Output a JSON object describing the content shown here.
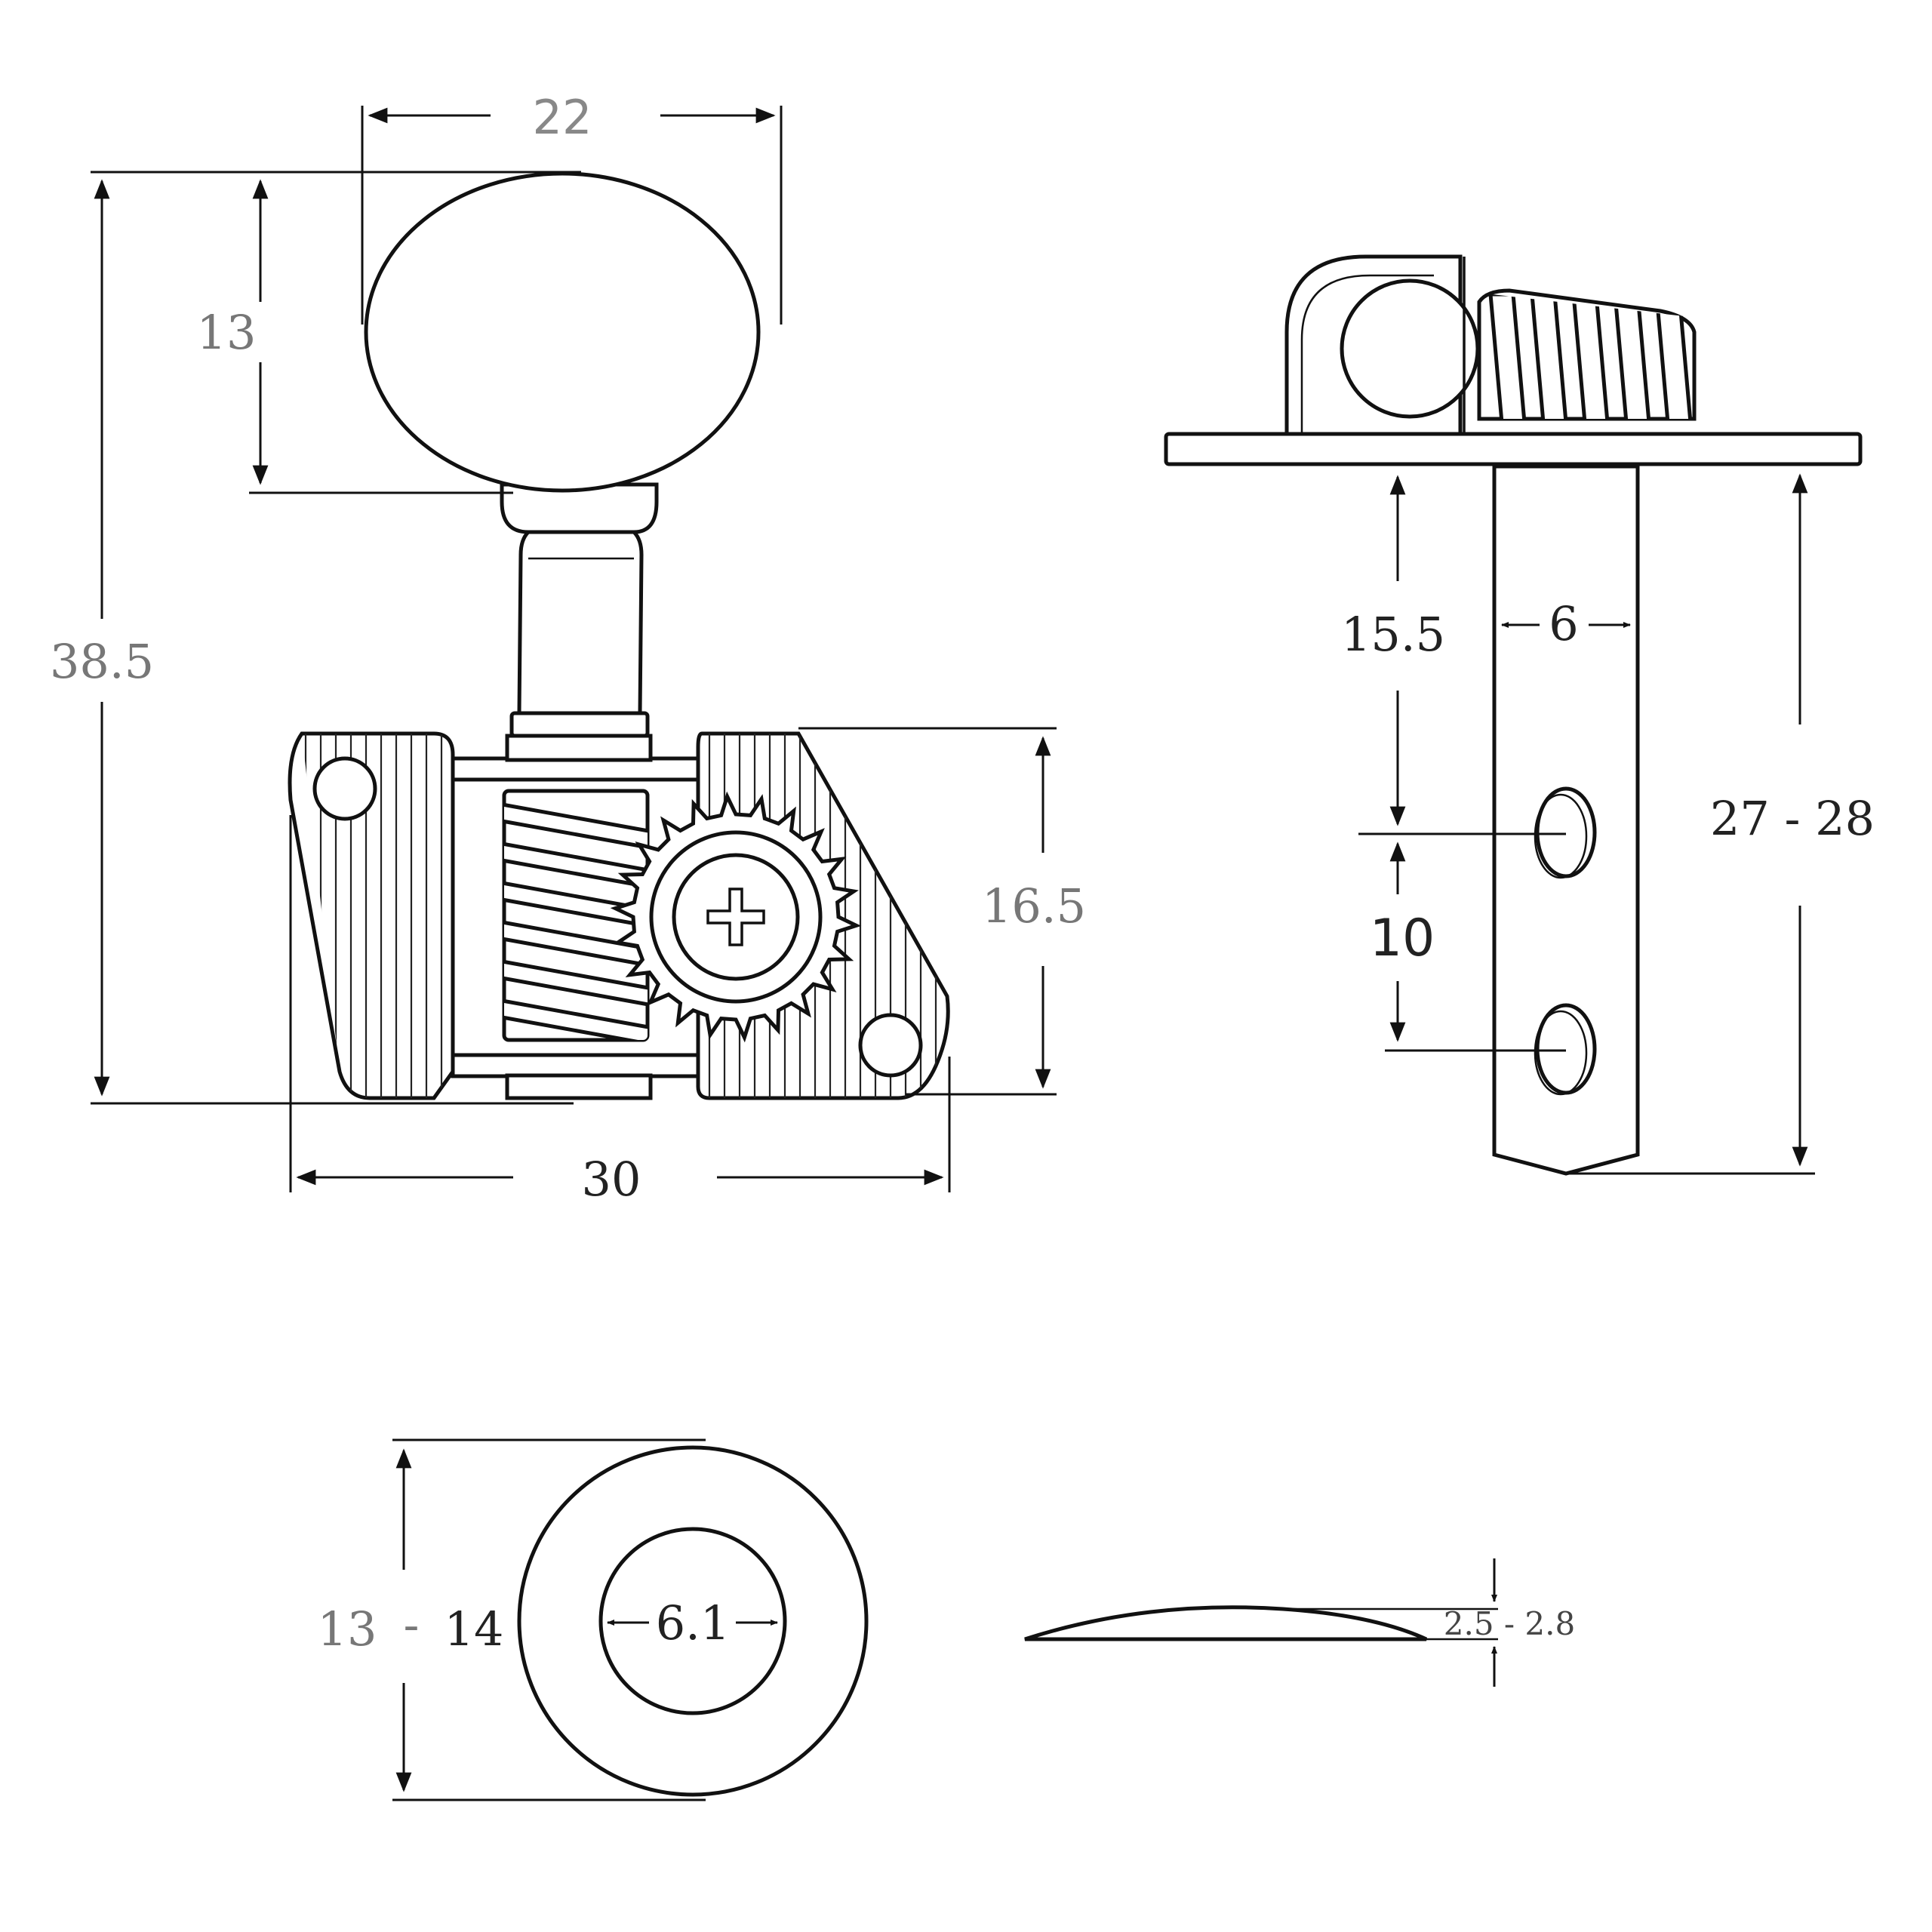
{
  "dimensions": {
    "knob_width": "22",
    "knob_height": "13",
    "overall_height": "38.5",
    "housing_height": "16.5",
    "housing_width": "30",
    "post_length_upper": "15.5",
    "post_diameter": "6",
    "hole_spacing": "10",
    "post_length_total": "27 - 28",
    "washer_outer_min": "13",
    "washer_outer_sep": "-",
    "washer_outer_max": "14",
    "washer_inner": "6.1",
    "washer_thickness": "2.5 - 2.8"
  }
}
